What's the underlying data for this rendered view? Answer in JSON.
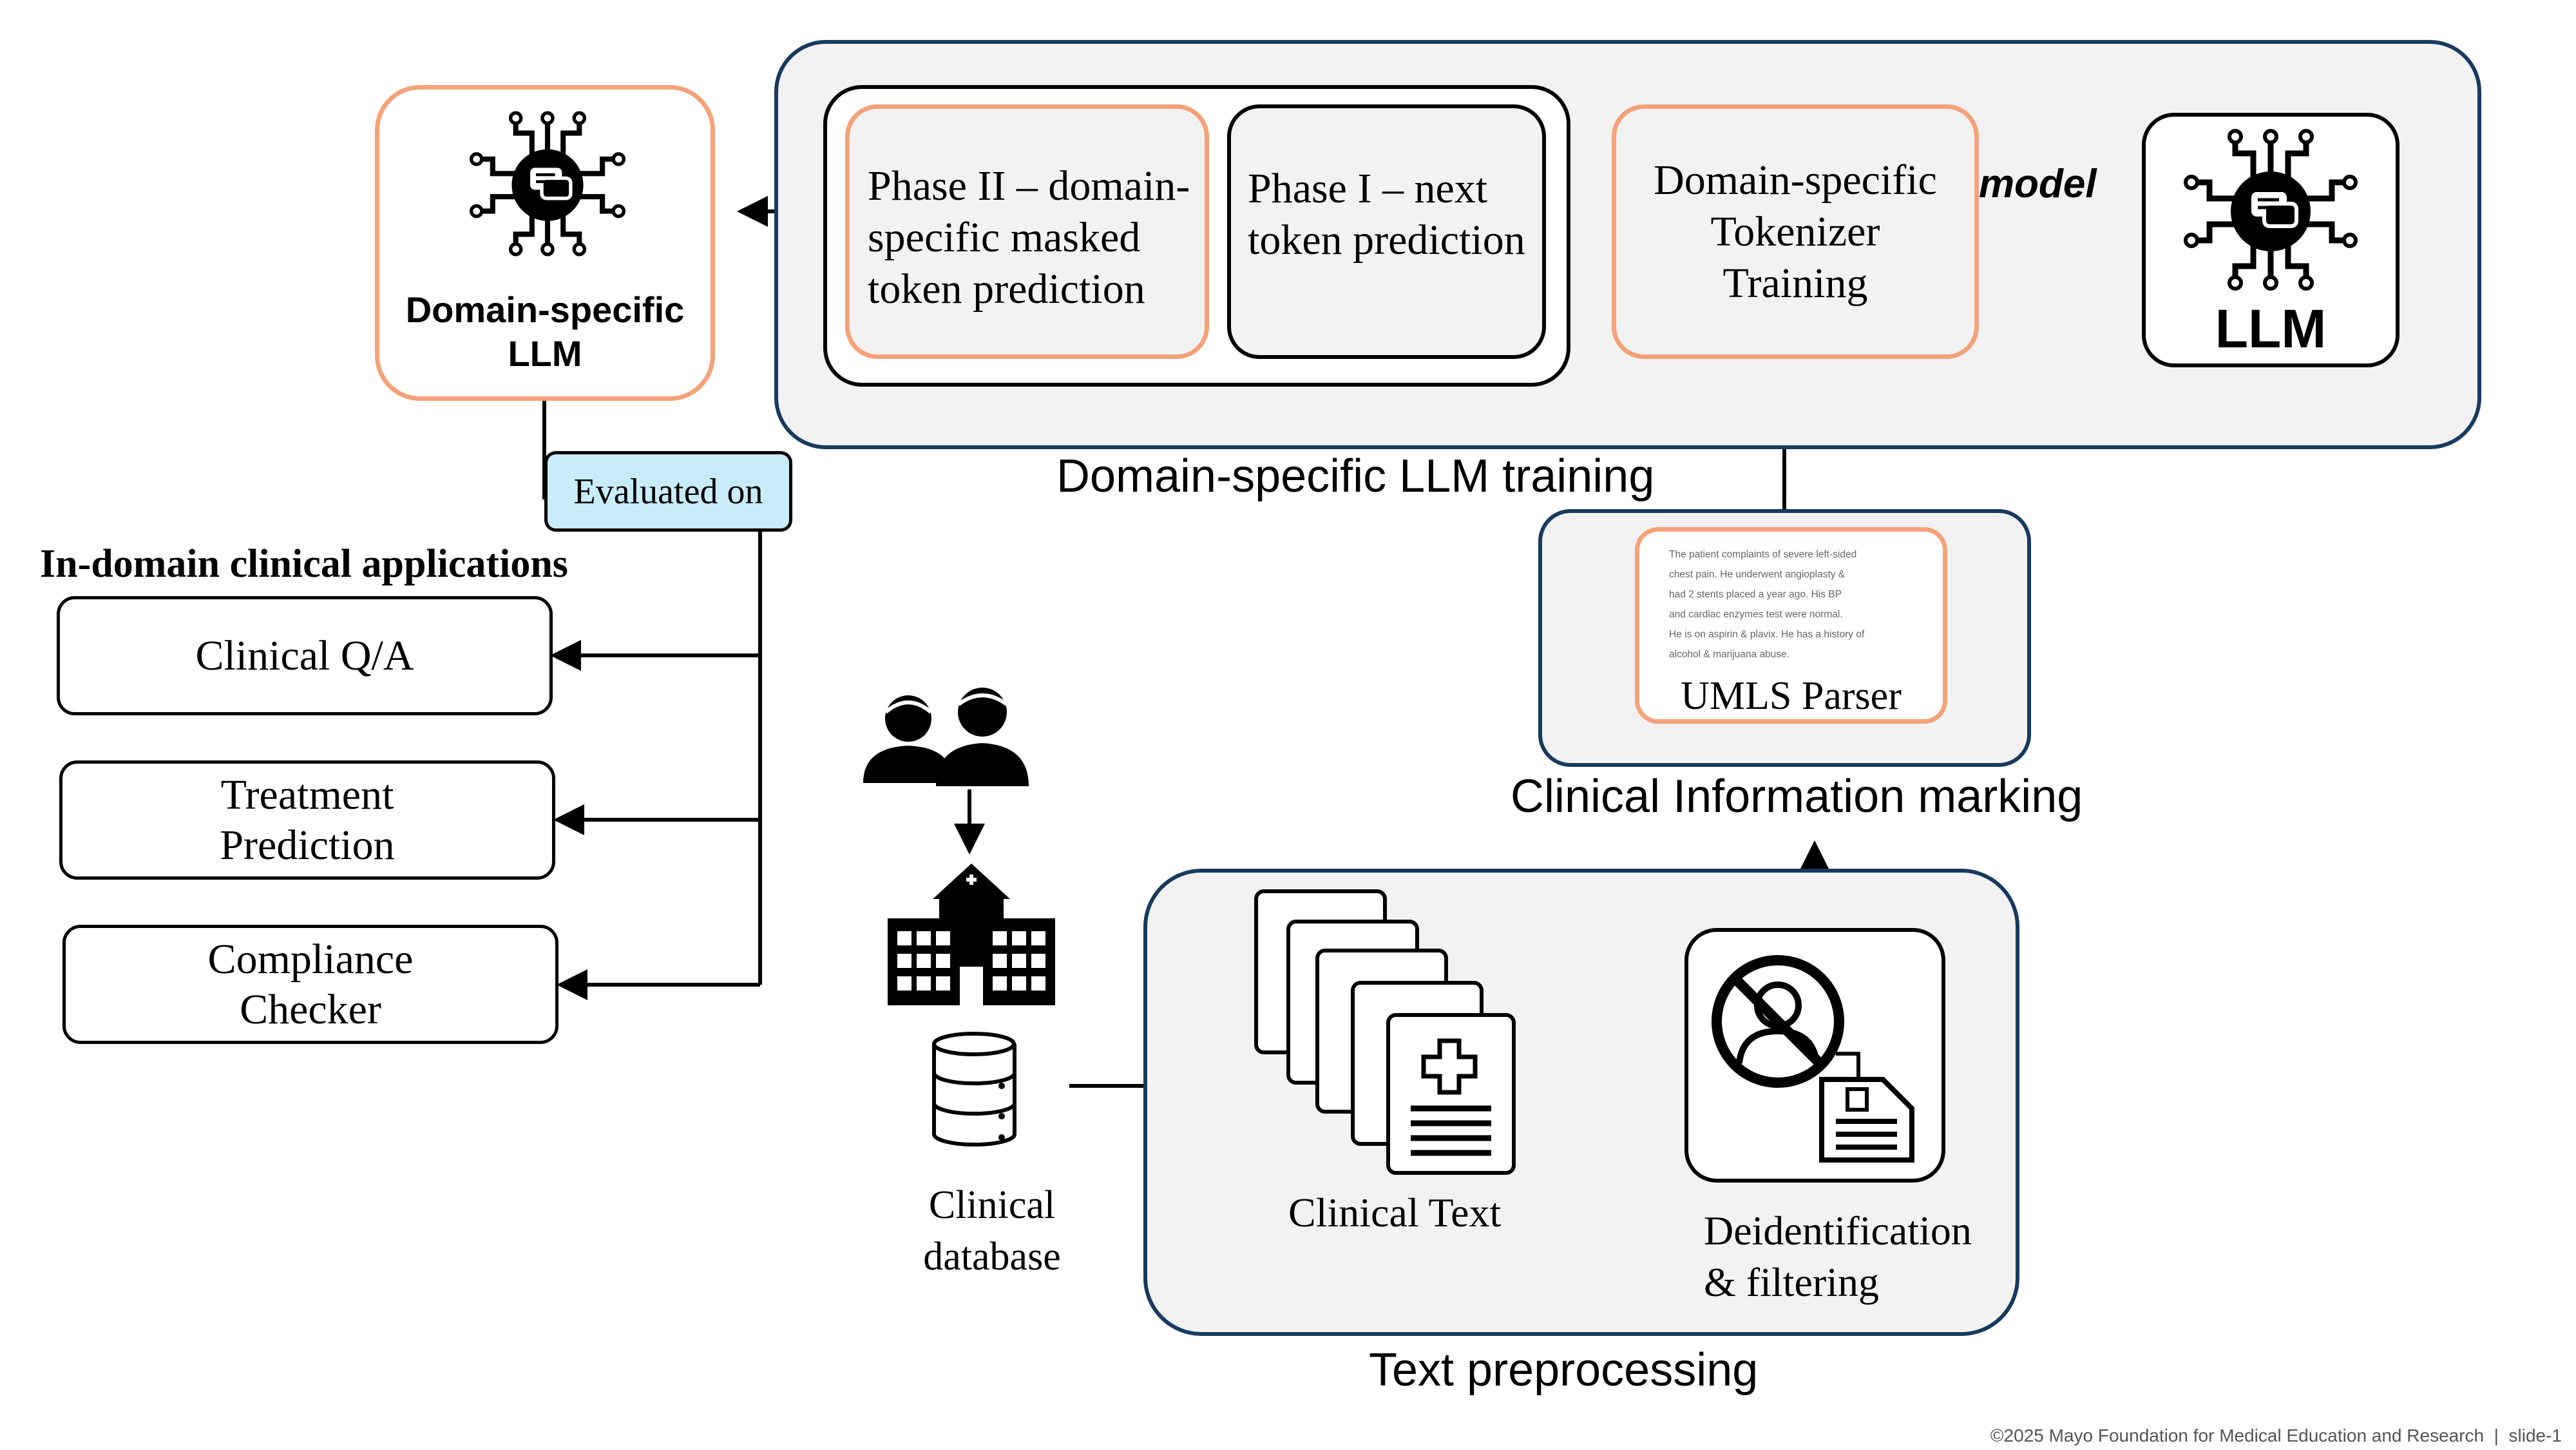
{
  "llm_training": {
    "section_label": "Domain-specific LLM training",
    "phase2": "Phase II – domain-specific masked token prediction",
    "phase1": "Phase I – next token prediction",
    "tokenizer": "Domain-specific Tokenizer Training",
    "model_label": "model",
    "llm_label": "LLM"
  },
  "domain_llm": {
    "label": "Domain-specific LLM"
  },
  "evaluated_on": "Evaluated on",
  "applications": {
    "heading": "In-domain clinical applications",
    "items": [
      "Clinical Q/A",
      "Treatment Prediction",
      "Compliance Checker"
    ]
  },
  "clinical_info": {
    "section_label": "Clinical Information marking",
    "parser_label": "UMLS Parser",
    "sample_lines": [
      "The patient complaints of severe left-sided",
      "chest pain. He underwent angioplasty &",
      "had 2 stents placed a year ago. His BP",
      "and cardiac enzymes test were normal.",
      "He is on aspirin & plavix. He has a history of",
      "alcohol & marijuana abuse."
    ]
  },
  "database": {
    "label": "Clinical database"
  },
  "text_preprocessing": {
    "section_label": "Text preprocessing",
    "clinical_text": "Clinical Text",
    "deid": "Deidentification & filtering"
  },
  "footer": "©2025 Mayo Foundation for Medical Education and Research  |  slide-1",
  "colors": {
    "panel_border": "#173a5e",
    "orange": "#f4a27a",
    "panel_fill": "#f2f2f2",
    "badge_fill": "#c9ecfb"
  }
}
